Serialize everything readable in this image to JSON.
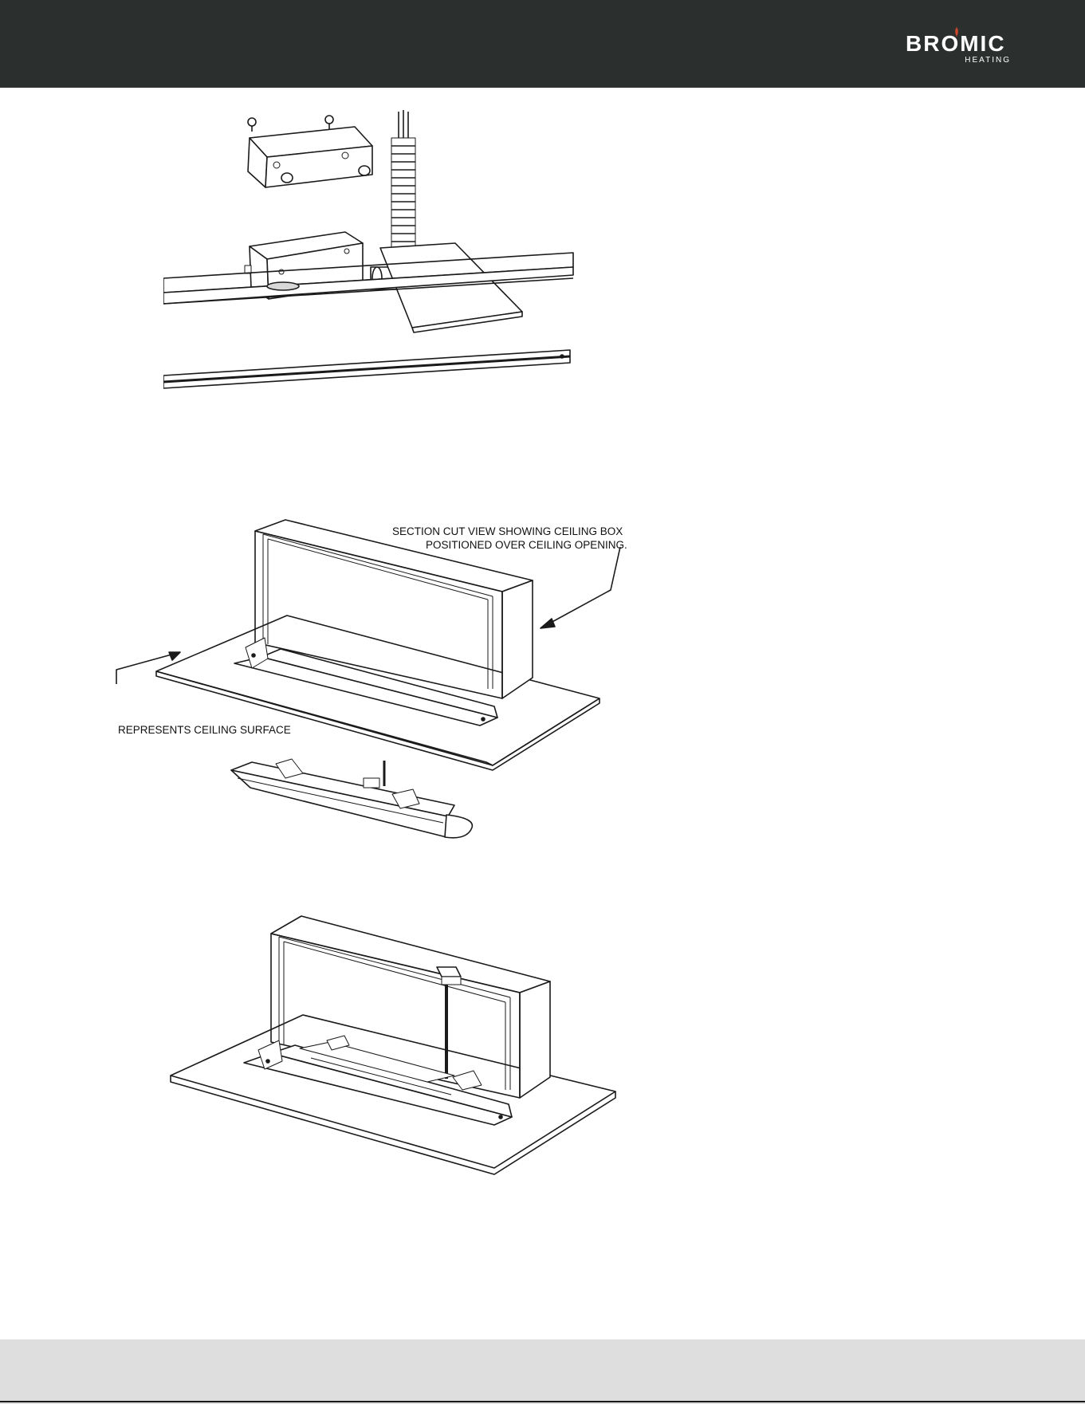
{
  "header": {
    "brand": "BROMIC",
    "brand_sub": "HEATING",
    "background_color": "#2b302e",
    "flame_color": "#c8462c"
  },
  "figures": {
    "figure2": {
      "callout_top": "SECTION CUT VIEW SHOWING CEILING BOX",
      "callout_top_line2": "POSITIONED OVER CEILING OPENING.",
      "callout_bottom": "REPRESENTS CEILING SURFACE"
    }
  },
  "footer": {
    "background_color": "#dedede"
  }
}
